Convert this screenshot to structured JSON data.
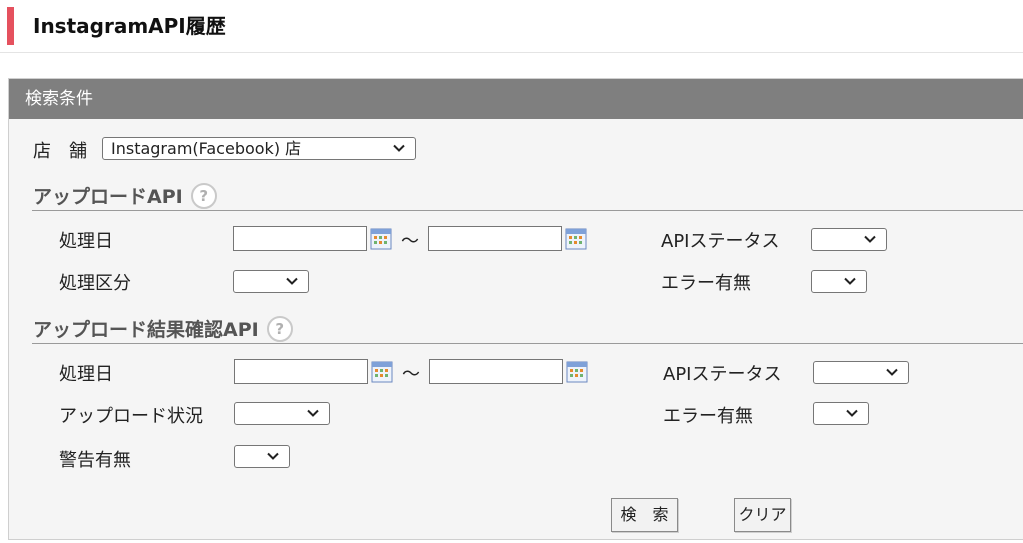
{
  "page": {
    "title": "InstagramAPI履歴"
  },
  "panel": {
    "header": "検索条件"
  },
  "store": {
    "label": "店　舗",
    "selected": "Instagram(Facebook) 店"
  },
  "upload": {
    "heading": "アップロードAPI",
    "help_glyph": "?",
    "date_label": "処理日",
    "date_from": "",
    "date_to": "",
    "tilde": "～",
    "type_label": "処理区分",
    "type_selected": "",
    "status_label": "APIステータス",
    "status_selected": "",
    "error_label": "エラー有無",
    "error_selected": ""
  },
  "confirm": {
    "heading": "アップロード結果確認API",
    "help_glyph": "?",
    "date_label": "処理日",
    "date_from": "",
    "date_to": "",
    "tilde": "～",
    "upload_status_label": "アップロード状況",
    "upload_status_selected": "",
    "warning_label": "警告有無",
    "warning_selected": "",
    "status_label": "APIステータス",
    "status_selected": "",
    "error_label": "エラー有無",
    "error_selected": ""
  },
  "buttons": {
    "search": "検　索",
    "clear": "クリア"
  },
  "colors": {
    "accent": "#e5515e",
    "panel_header": "#7f7f7f",
    "panel_bg": "#f5f5f5"
  },
  "icons": {
    "calendar": "calendar-icon",
    "dropdown": "chevron-down-icon",
    "help": "help-icon"
  }
}
